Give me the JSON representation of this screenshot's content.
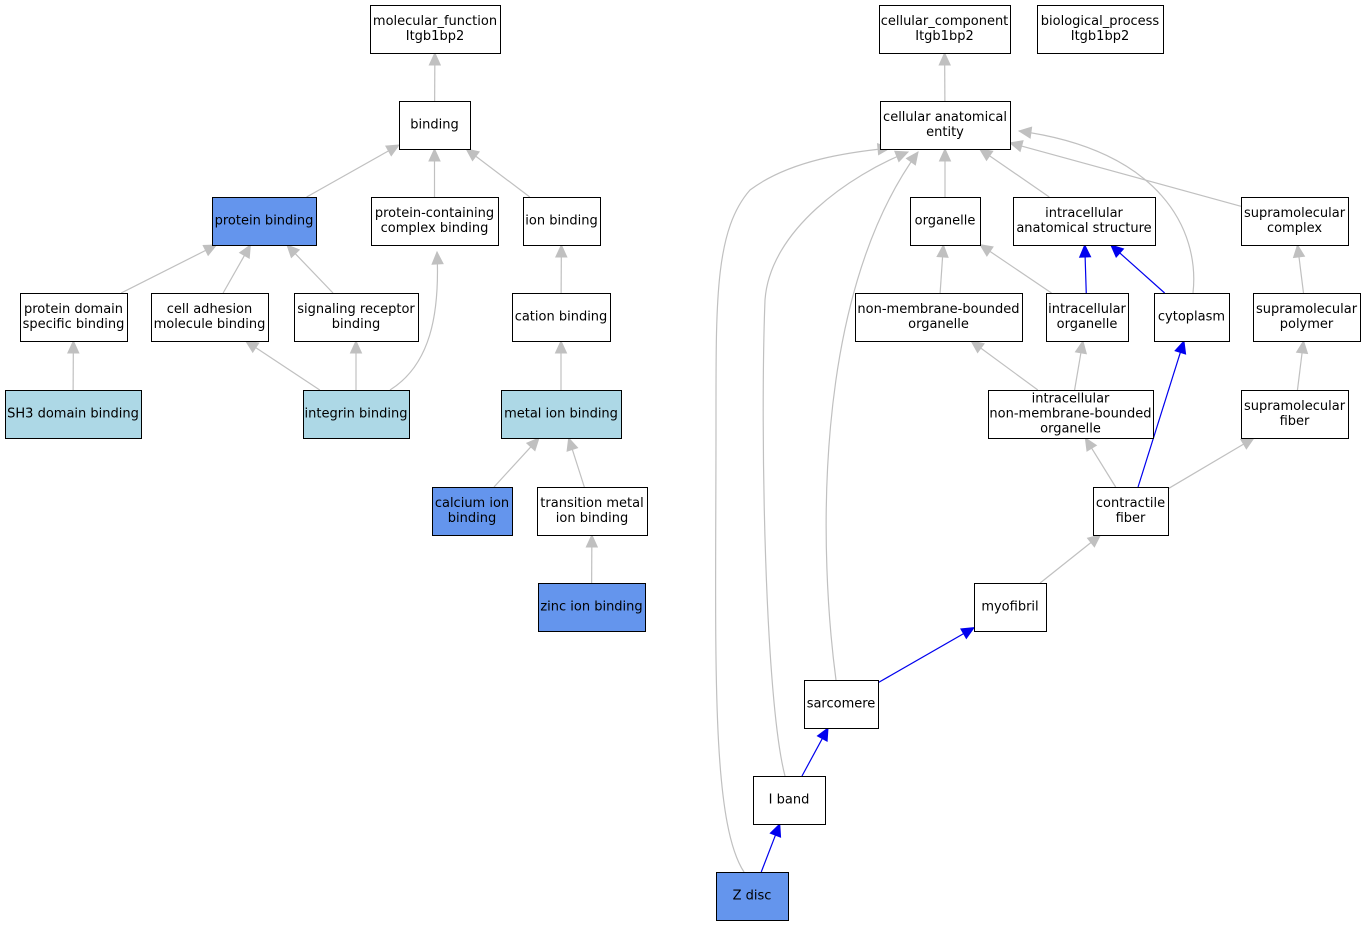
{
  "colors": {
    "edge_default": "#c0c0c0",
    "edge_highlight": "#0000ee",
    "node_white": "#ffffff",
    "node_lightblue": "#add8e6",
    "node_blue": "#6495ed",
    "node_border": "#000000"
  },
  "nodes": {
    "mf": {
      "lines": [
        "molecular_function",
        "Itgb1bp2"
      ],
      "fill": "white"
    },
    "cc": {
      "lines": [
        "cellular_component",
        "Itgb1bp2"
      ],
      "fill": "white"
    },
    "bp": {
      "lines": [
        "biological_process",
        "Itgb1bp2"
      ],
      "fill": "white"
    },
    "bind": {
      "lines": [
        "binding"
      ],
      "fill": "white"
    },
    "pb": {
      "lines": [
        "protein binding"
      ],
      "fill": "blue"
    },
    "pccb": {
      "lines": [
        "protein-containing",
        "complex binding"
      ],
      "fill": "white"
    },
    "ionb": {
      "lines": [
        "ion binding"
      ],
      "fill": "white"
    },
    "pdsb": {
      "lines": [
        "protein domain",
        "specific binding"
      ],
      "fill": "white"
    },
    "camb": {
      "lines": [
        "cell adhesion",
        "molecule binding"
      ],
      "fill": "white"
    },
    "srb": {
      "lines": [
        "signaling receptor",
        "binding"
      ],
      "fill": "white"
    },
    "catb": {
      "lines": [
        "cation binding"
      ],
      "fill": "white"
    },
    "sh3": {
      "lines": [
        "SH3 domain binding"
      ],
      "fill": "lightblue"
    },
    "intb": {
      "lines": [
        "integrin binding"
      ],
      "fill": "lightblue"
    },
    "mib": {
      "lines": [
        "metal ion binding"
      ],
      "fill": "lightblue"
    },
    "caib": {
      "lines": [
        "calcium ion",
        "binding"
      ],
      "fill": "blue"
    },
    "tmib": {
      "lines": [
        "transition metal",
        "ion binding"
      ],
      "fill": "white"
    },
    "znb": {
      "lines": [
        "zinc ion binding"
      ],
      "fill": "blue"
    },
    "cae": {
      "lines": [
        "cellular anatomical",
        "entity"
      ],
      "fill": "white"
    },
    "org": {
      "lines": [
        "organelle"
      ],
      "fill": "white"
    },
    "ias": {
      "lines": [
        "intracellular",
        "anatomical structure"
      ],
      "fill": "white"
    },
    "smc": {
      "lines": [
        "supramolecular",
        "complex"
      ],
      "fill": "white"
    },
    "nmbo": {
      "lines": [
        "non-membrane-bounded",
        "organelle"
      ],
      "fill": "white"
    },
    "io": {
      "lines": [
        "intracellular",
        "organelle"
      ],
      "fill": "white"
    },
    "cyto": {
      "lines": [
        "cytoplasm"
      ],
      "fill": "white"
    },
    "smp": {
      "lines": [
        "supramolecular",
        "polymer"
      ],
      "fill": "white"
    },
    "inmbo": {
      "lines": [
        "intracellular",
        "non-membrane-bounded",
        "organelle"
      ],
      "fill": "white"
    },
    "smf": {
      "lines": [
        "supramolecular",
        "fiber"
      ],
      "fill": "white"
    },
    "cf": {
      "lines": [
        "contractile",
        "fiber"
      ],
      "fill": "white"
    },
    "myo": {
      "lines": [
        "myofibril"
      ],
      "fill": "white"
    },
    "sarc": {
      "lines": [
        "sarcomere"
      ],
      "fill": "white"
    },
    "iband": {
      "lines": [
        "I band"
      ],
      "fill": "white"
    },
    "zdisc": {
      "lines": [
        "Z disc"
      ],
      "fill": "blue"
    }
  },
  "edges": [
    {
      "from": "bind",
      "to": "mf",
      "type": "default"
    },
    {
      "from": "pb",
      "to": "bind",
      "type": "default"
    },
    {
      "from": "pccb",
      "to": "bind",
      "type": "default"
    },
    {
      "from": "ionb",
      "to": "bind",
      "type": "default"
    },
    {
      "from": "pdsb",
      "to": "pb",
      "type": "default"
    },
    {
      "from": "camb",
      "to": "pb",
      "type": "default"
    },
    {
      "from": "srb",
      "to": "pb",
      "type": "default"
    },
    {
      "from": "catb",
      "to": "ionb",
      "type": "default"
    },
    {
      "from": "sh3",
      "to": "pdsb",
      "type": "default"
    },
    {
      "from": "intb",
      "to": "camb",
      "type": "default"
    },
    {
      "from": "intb",
      "to": "srb",
      "type": "default"
    },
    {
      "from": "intb",
      "to": "pccb",
      "type": "default"
    },
    {
      "from": "mib",
      "to": "catb",
      "type": "default"
    },
    {
      "from": "caib",
      "to": "mib",
      "type": "default"
    },
    {
      "from": "tmib",
      "to": "mib",
      "type": "default"
    },
    {
      "from": "znb",
      "to": "tmib",
      "type": "default"
    },
    {
      "from": "cae",
      "to": "cc",
      "type": "default"
    },
    {
      "from": "org",
      "to": "cae",
      "type": "default"
    },
    {
      "from": "ias",
      "to": "cae",
      "type": "default"
    },
    {
      "from": "smc",
      "to": "cae",
      "type": "default"
    },
    {
      "from": "cyto",
      "to": "cae",
      "type": "default"
    },
    {
      "from": "nmbo",
      "to": "org",
      "type": "default"
    },
    {
      "from": "io",
      "to": "org",
      "type": "default"
    },
    {
      "from": "io",
      "to": "ias",
      "type": "highlight"
    },
    {
      "from": "cyto",
      "to": "ias",
      "type": "highlight"
    },
    {
      "from": "smp",
      "to": "smc",
      "type": "default"
    },
    {
      "from": "inmbo",
      "to": "nmbo",
      "type": "default"
    },
    {
      "from": "inmbo",
      "to": "io",
      "type": "default"
    },
    {
      "from": "smf",
      "to": "smp",
      "type": "default"
    },
    {
      "from": "cf",
      "to": "inmbo",
      "type": "default"
    },
    {
      "from": "cf",
      "to": "cyto",
      "type": "highlight"
    },
    {
      "from": "cf",
      "to": "smf",
      "type": "default"
    },
    {
      "from": "myo",
      "to": "cf",
      "type": "default"
    },
    {
      "from": "sarc",
      "to": "myo",
      "type": "highlight"
    },
    {
      "from": "sarc",
      "to": "cae",
      "type": "default"
    },
    {
      "from": "iband",
      "to": "sarc",
      "type": "highlight"
    },
    {
      "from": "iband",
      "to": "cae",
      "type": "default"
    },
    {
      "from": "zdisc",
      "to": "iband",
      "type": "highlight"
    },
    {
      "from": "zdisc",
      "to": "cae",
      "type": "default"
    }
  ]
}
